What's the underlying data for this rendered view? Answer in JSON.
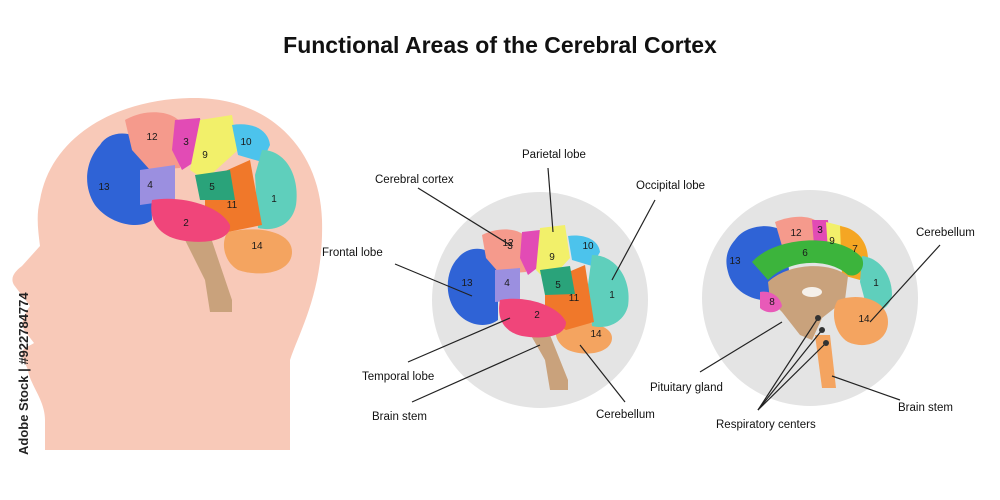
{
  "title": "Functional Areas of the Cerebral Cortex",
  "watermark_id": "Adobe Stock | #922784774",
  "regions": {
    "r1": "1",
    "r2": "2",
    "r3": "3",
    "r4": "4",
    "r5": "5",
    "r6": "6",
    "r7": "7",
    "r8": "8",
    "r9": "9",
    "r10": "10",
    "r11": "11",
    "r12": "12",
    "r13": "13",
    "r14": "14"
  },
  "labels": {
    "parietal_lobe": "Parietal lobe",
    "cerebral_cortex": "Cerebral cortex",
    "occipital_lobe": "Occipital lobe",
    "frontal_lobe": "Frontal lobe",
    "temporal_lobe": "Temporal lobe",
    "brain_stem_mid": "Brain stem",
    "cerebellum_mid": "Cerebellum",
    "cerebellum_right": "Cerebellum",
    "pituitary_gland": "Pituitary gland",
    "respiratory_centers": "Respiratory centers",
    "brain_stem_right": "Brain stem"
  },
  "colors": {
    "r1": "#5fcfbc",
    "r2": "#f0457a",
    "r3": "#e24bb5",
    "r4": "#9b8fe0",
    "r5": "#2aa37a",
    "r6": "#3cb43c",
    "r7": "#f5a623",
    "r8": "#e85ab8",
    "r9": "#f2f06a",
    "r10": "#4cc3ec",
    "r11": "#f0782a",
    "r12": "#f59a8c",
    "r13": "#2f63d6",
    "r14": "#f4a460",
    "skin": "#f8c9b8",
    "stem": "#c9a27c",
    "circle": "#e4e4e4"
  }
}
